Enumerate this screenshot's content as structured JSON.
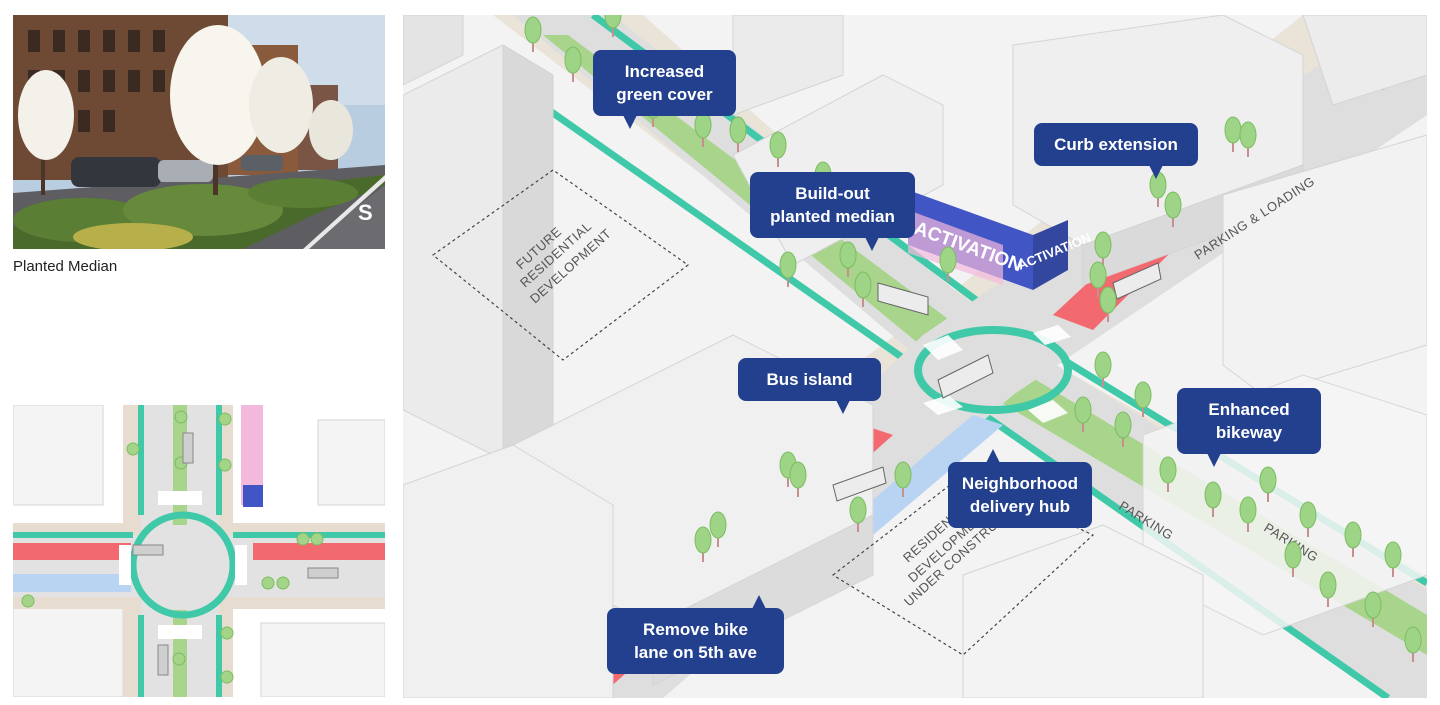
{
  "photo": {
    "caption": "Planted Median",
    "sign_text": "S"
  },
  "axon": {
    "area_labels": {
      "future": [
        "FUTURE",
        "RESIDENTIAL",
        "DEVELOPMENT"
      ],
      "construction": [
        "RESIDENTIAL",
        "DEVELOPMENT",
        "UNDER CONSTRUCTION"
      ],
      "parking_loading": "PARKING & LOADING",
      "parking_1": "PARKING",
      "parking_2": "PARKING",
      "activation_1": "ACTIVATION",
      "activation_2": "ACTIVATION"
    },
    "callouts": {
      "increased_green": [
        "Increased",
        "green cover"
      ],
      "buildout_median": [
        "Build-out",
        "planted median"
      ],
      "curb_extension": [
        "Curb extension"
      ],
      "bus_island": [
        "Bus island"
      ],
      "enhanced_bikeway": [
        "Enhanced",
        "bikeway"
      ],
      "delivery_hub": [
        "Neighborhood",
        "delivery hub"
      ],
      "remove_bike_lane": [
        "Remove bike",
        "lane on 5th ave"
      ]
    }
  },
  "colors": {
    "callout": "#23408e",
    "curb_teal": "#40c9a8",
    "bike_lane_red": "#f26a6f",
    "median_green": "#a8d48c",
    "tree_green": "#9ed486",
    "sidewalk": "#e6ddd0",
    "road": "#dedede",
    "delivery_blue": "#b9d4f2",
    "activation": "#4156c4"
  }
}
